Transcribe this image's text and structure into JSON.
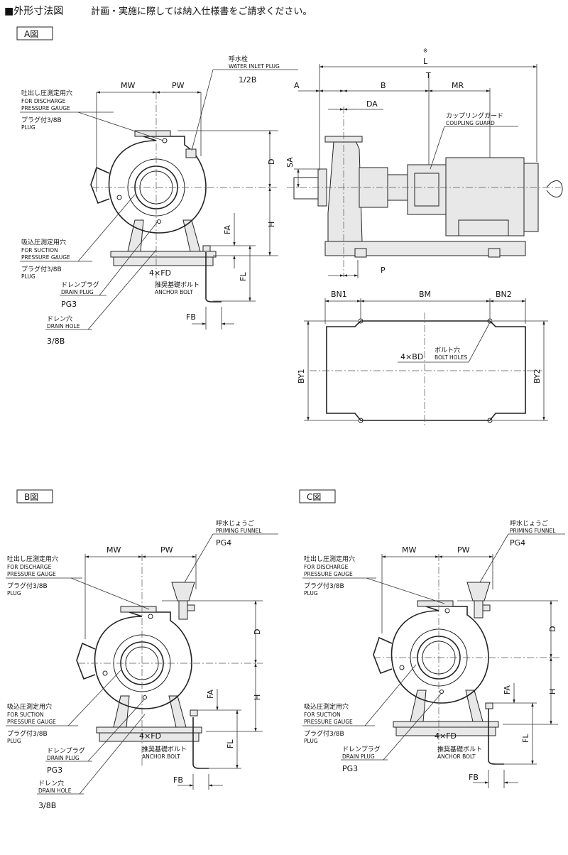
{
  "header": {
    "title": "■外形寸法図",
    "note": "計画・実施に際しては納入仕様書をご請求ください。"
  },
  "figA": {
    "label": "A図",
    "dims": {
      "MW": "MW",
      "PW": "PW",
      "D": "D",
      "H": "H",
      "FA": "FA",
      "FL": "FL",
      "FB": "FB",
      "L": "L",
      "L_mark": "※",
      "A": "A",
      "B": "B",
      "T": "T",
      "MR": "MR",
      "DA": "DA",
      "SA": "SA",
      "P": "P",
      "BN1": "BN1",
      "BM": "BM",
      "BN2": "BN2",
      "BY1": "BY1",
      "BY2": "BY2",
      "FD": "4×FD",
      "BD": "4×BD"
    },
    "callouts": {
      "water_inlet_jp": "呼水栓",
      "water_inlet_en": "WATER INLET PLUG",
      "water_inlet_size": "1/2B",
      "discharge_jp": "吐出し圧測定用穴",
      "discharge_en1": "FOR DISCHARGE",
      "discharge_en2": "PRESSURE GAUGE",
      "discharge_plug_jp": "プラグ付3/8B",
      "discharge_plug_en": "PLUG",
      "suction_jp": "吸込圧測定用穴",
      "suction_en1": "FOR SUCTION",
      "suction_en2": "PRESSURE GAUGE",
      "suction_plug_jp": "プラグ付3/8B",
      "suction_plug_en": "PLUG",
      "drain_plug_jp": "ドレンプラグ",
      "drain_plug_en": "DRAIN PLUG",
      "drain_plug_size": "PG3",
      "drain_hole_jp": "ドレン穴",
      "drain_hole_en": "DRAIN HOLE",
      "drain_hole_size": "3/8B",
      "anchor_jp": "推奨基礎ボルト",
      "anchor_en": "ANCHOR BOLT",
      "coupling_jp": "カップリングガード",
      "coupling_en": "COUPLING GUARD",
      "bolt_holes_jp": "ボルト穴",
      "bolt_holes_en": "BOLT HOLES"
    }
  },
  "figB": {
    "label": "B図",
    "dims": {
      "MW": "MW",
      "PW": "PW",
      "D": "D",
      "H": "H",
      "FA": "FA",
      "FL": "FL",
      "FB": "FB",
      "FD": "4×FD"
    },
    "callouts": {
      "funnel_jp": "呼水じょうご",
      "funnel_en": "PRIMING FUNNEL",
      "funnel_size": "PG4",
      "discharge_jp": "吐出し圧測定用穴",
      "discharge_en1": "FOR DISCHARGE",
      "discharge_en2": "PRESSURE GAUGE",
      "discharge_plug_jp": "プラグ付3/8B",
      "discharge_plug_en": "PLUG",
      "suction_jp": "吸込圧測定用穴",
      "suction_en1": "FOR SUCTION",
      "suction_en2": "PRESSURE GAUGE",
      "suction_plug_jp": "プラグ付3/8B",
      "suction_plug_en": "PLUG",
      "drain_plug_jp": "ドレンプラグ",
      "drain_plug_en": "DRAIN PLUG",
      "drain_plug_size": "PG3",
      "drain_hole_jp": "ドレン穴",
      "drain_hole_en": "DRAIN HOLE",
      "drain_hole_size": "3/8B",
      "anchor_jp": "推奨基礎ボルト",
      "anchor_en": "ANCHOR BOLT"
    }
  },
  "figC": {
    "label": "C図",
    "dims": {
      "MW": "MW",
      "PW": "PW",
      "D": "D",
      "H": "H",
      "FA": "FA",
      "FL": "FL",
      "FB": "FB",
      "FD": "4×FD"
    },
    "callouts": {
      "funnel_jp": "呼水じょうご",
      "funnel_en": "PRIMING FUNNEL",
      "funnel_size": "PG4",
      "discharge_jp": "吐出し圧測定用穴",
      "discharge_en1": "FOR DISCHARGE",
      "discharge_en2": "PRESSURE GAUGE",
      "discharge_plug_jp": "プラグ付3/8B",
      "discharge_plug_en": "PLUG",
      "suction_jp": "吸込圧測定用穴",
      "suction_en1": "FOR SUCTION",
      "suction_en2": "PRESSURE GAUGE",
      "suction_plug_jp": "プラグ付3/8B",
      "suction_plug_en": "PLUG",
      "drain_plug_jp": "ドレンプラグ",
      "drain_plug_en": "DRAIN PLUG",
      "drain_plug_size": "PG3",
      "anchor_jp": "推奨基礎ボルト",
      "anchor_en": "ANCHOR BOLT"
    }
  }
}
